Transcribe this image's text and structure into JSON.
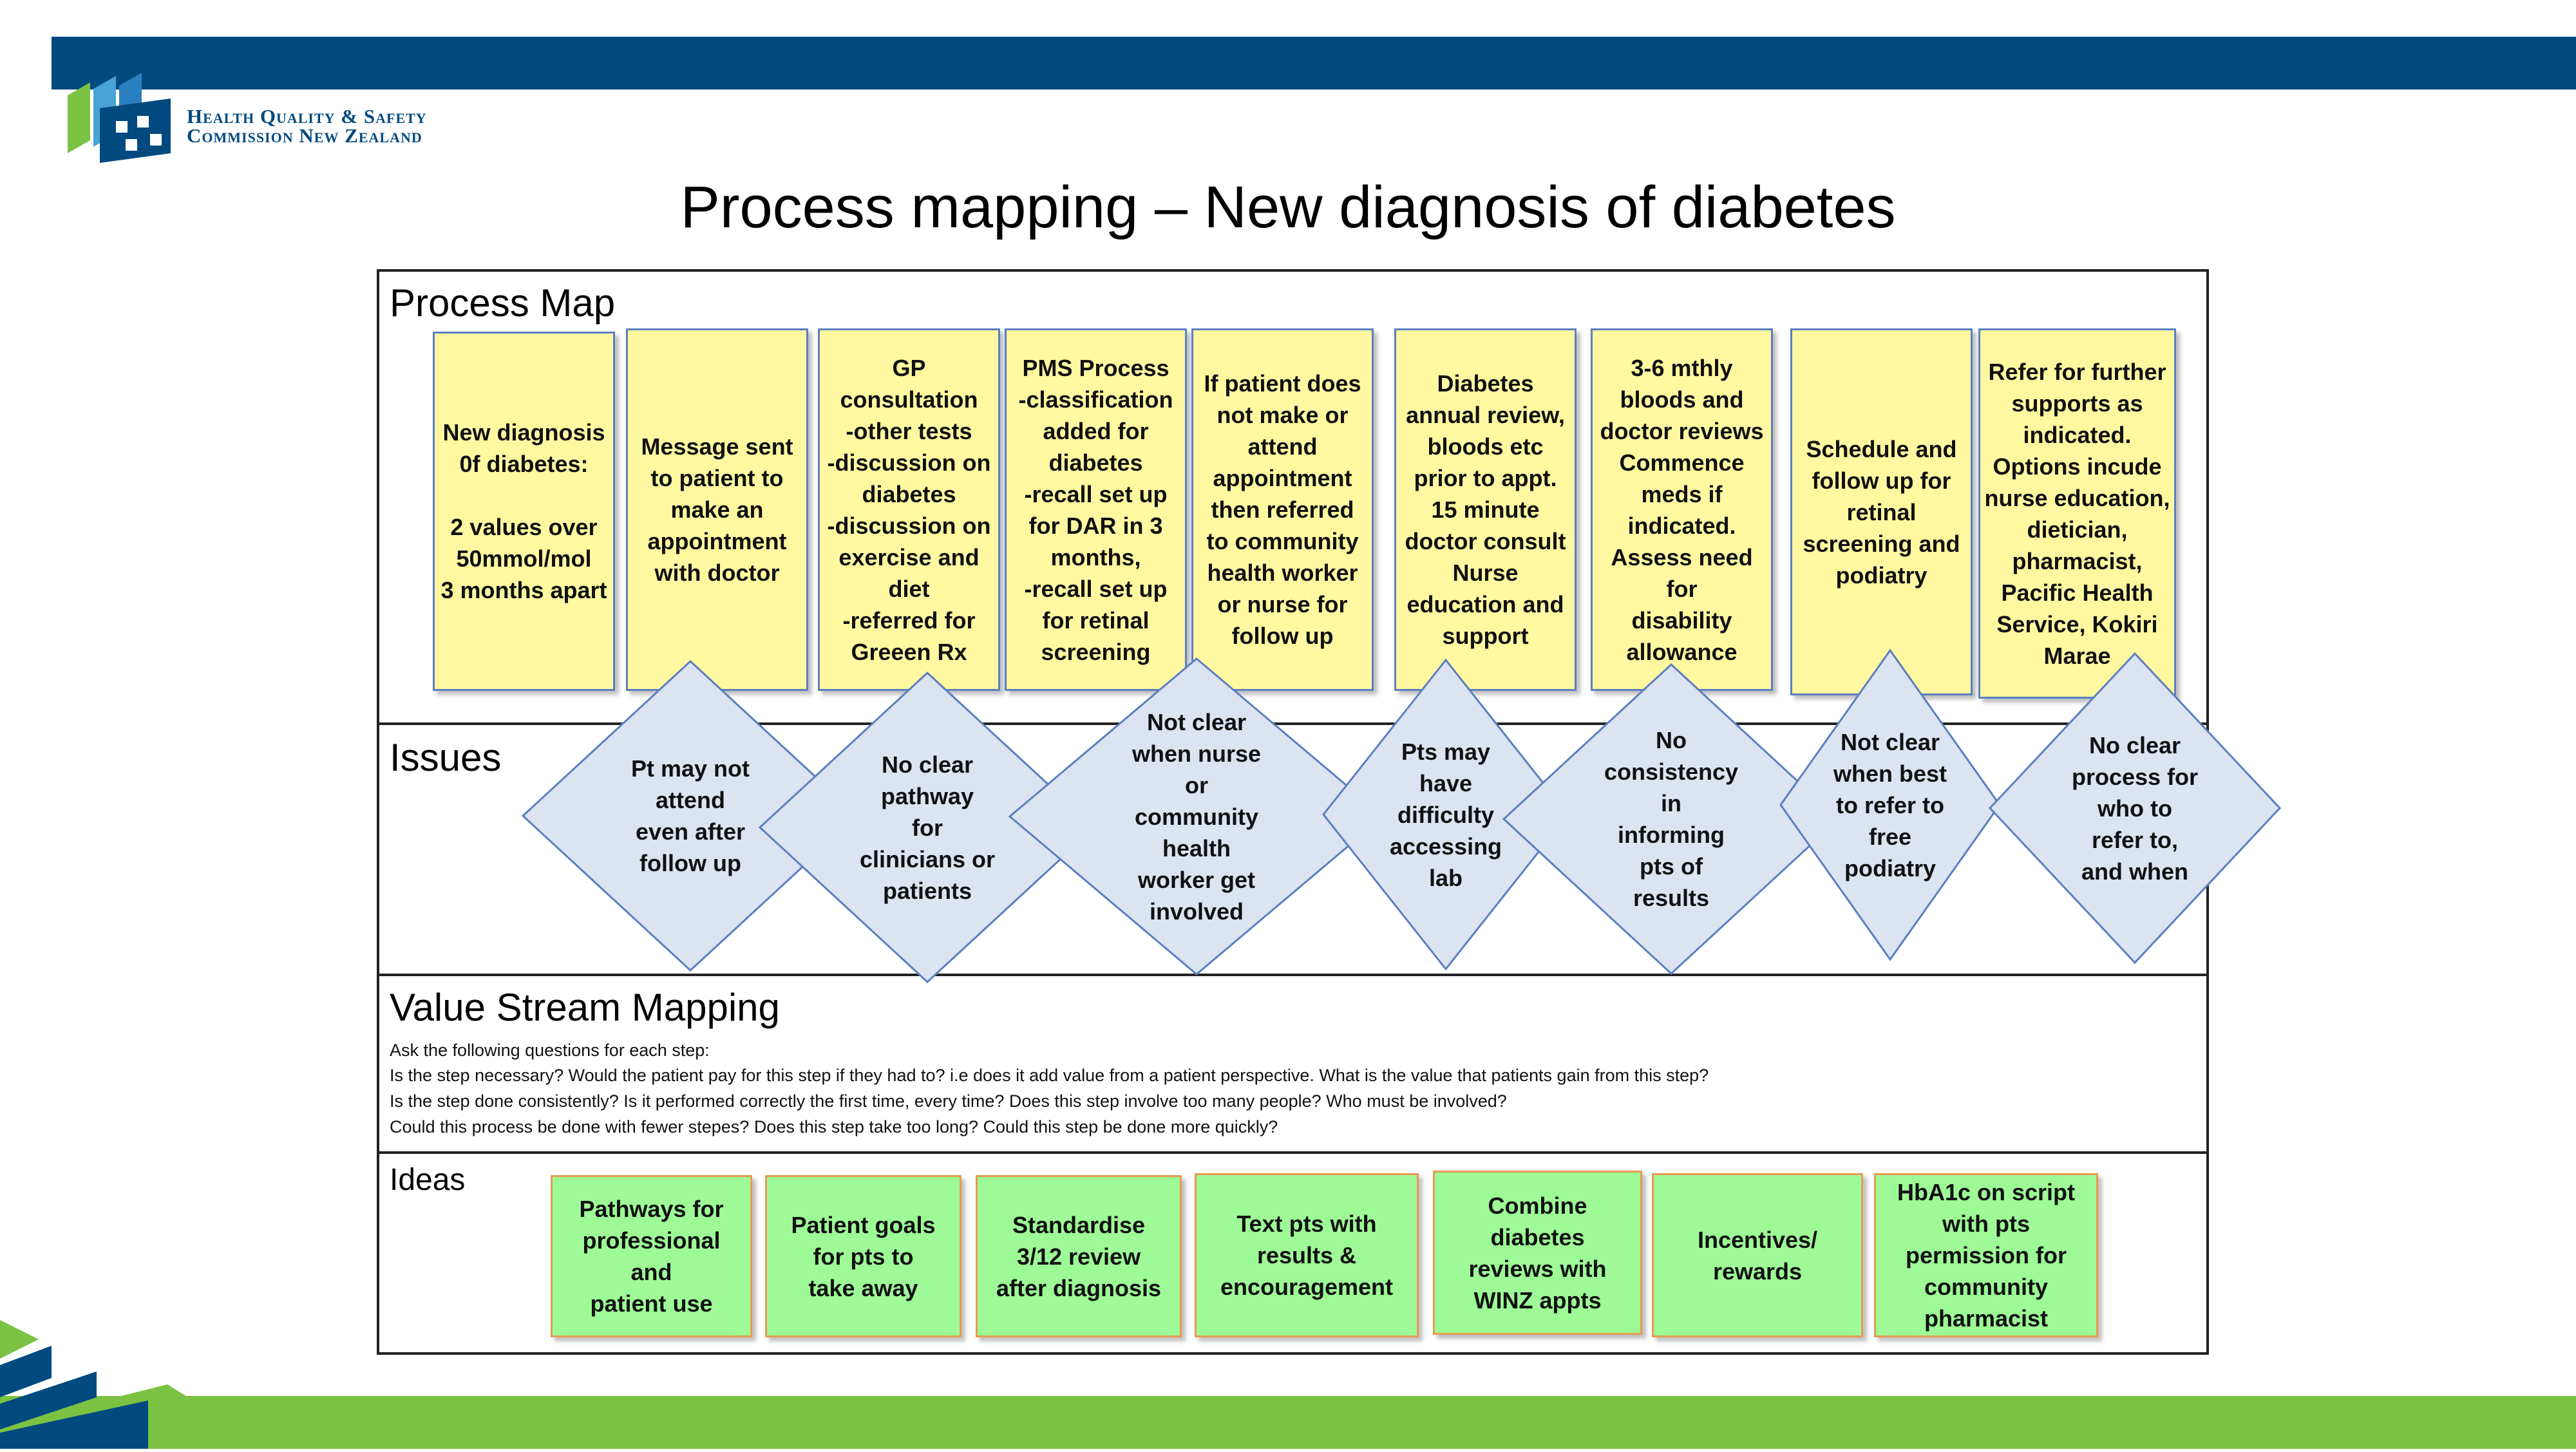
{
  "branding": {
    "logo_line1": "Health Quality & Safety",
    "logo_line2": "Commission New Zealand",
    "colors": {
      "navy": "#004a80",
      "green": "#7cc242"
    }
  },
  "title": "Process mapping – New diagnosis of diabetes",
  "sections": {
    "process_map": "Process Map",
    "issues": "Issues",
    "value_stream": "Value Stream Mapping",
    "ideas": "Ideas"
  },
  "process_steps": [
    "New diagnosis\n0f diabetes:\n\n2 values over\n50mmol/mol\n3 months apart",
    "Message sent\nto patient to\nmake an\nappointment\nwith doctor",
    "GP\nconsultation\n-other tests\n-discussion on\ndiabetes\n-discussion on\nexercise and\ndiet\n-referred for\nGreeen Rx",
    "PMS Process\n-classification\nadded for\ndiabetes\n-recall set up\nfor DAR in 3\nmonths,\n-recall set up\nfor retinal\nscreening",
    "If patient does\nnot make or\nattend\nappointment\nthen referred\nto community\nhealth worker\nor nurse for\nfollow up",
    "Diabetes\nannual review,\nbloods etc\nprior to appt.\n15 minute\ndoctor consult\nNurse\neducation and\nsupport",
    "3-6 mthly\nbloods and\ndoctor reviews\nCommence\nmeds if\nindicated.\nAssess need for\ndisability\nallowance",
    "Schedule and\nfollow up for\nretinal\nscreening and\npodiatry",
    "Refer for further\nsupports as\nindicated.\nOptions incude\nnurse education,\ndietician,\npharmacist,\nPacific Health\nService, Kokiri\nMarae"
  ],
  "issues": [
    "Pt may not\nattend\neven after\nfollow up",
    "No clear\npathway\nfor\nclinicians or\npatients",
    "Not clear\nwhen nurse\nor\ncommunity\nhealth\nworker get\ninvolved",
    "Pts may\nhave\ndifficulty\naccessing\nlab",
    "No\nconsistency\nin\ninforming\npts of\nresults",
    "Not clear\nwhen best\nto refer to\nfree\npodiatry",
    "No clear\nprocess for\nwho to\nrefer to,\nand when"
  ],
  "value_stream_lines": [
    "Ask the following questions for each step:",
    "Is the step necessary? Would the patient pay for this step if they had to? i.e does it add value from a patient perspective.  What is the value that patients gain from this step?",
    "Is the step done consistently? Is it performed correctly the first time, every time? Does this step involve too many people? Who must be involved?",
    "Could this process be done with fewer stepes? Does this step take too long? Could this step be done  more quickly?"
  ],
  "ideas": [
    "Pathways for\nprofessional\nand\npatient use",
    "Patient goals\nfor  pts to\ntake away",
    "Standardise\n3/12 review\nafter diagnosis",
    "Text pts with\nresults &\nencouragement",
    "Combine\ndiabetes\nreviews with\nWINZ appts",
    "Incentives/\nrewards",
    "HbA1c on script\nwith pts\npermission for\ncommunity\npharmacist"
  ]
}
